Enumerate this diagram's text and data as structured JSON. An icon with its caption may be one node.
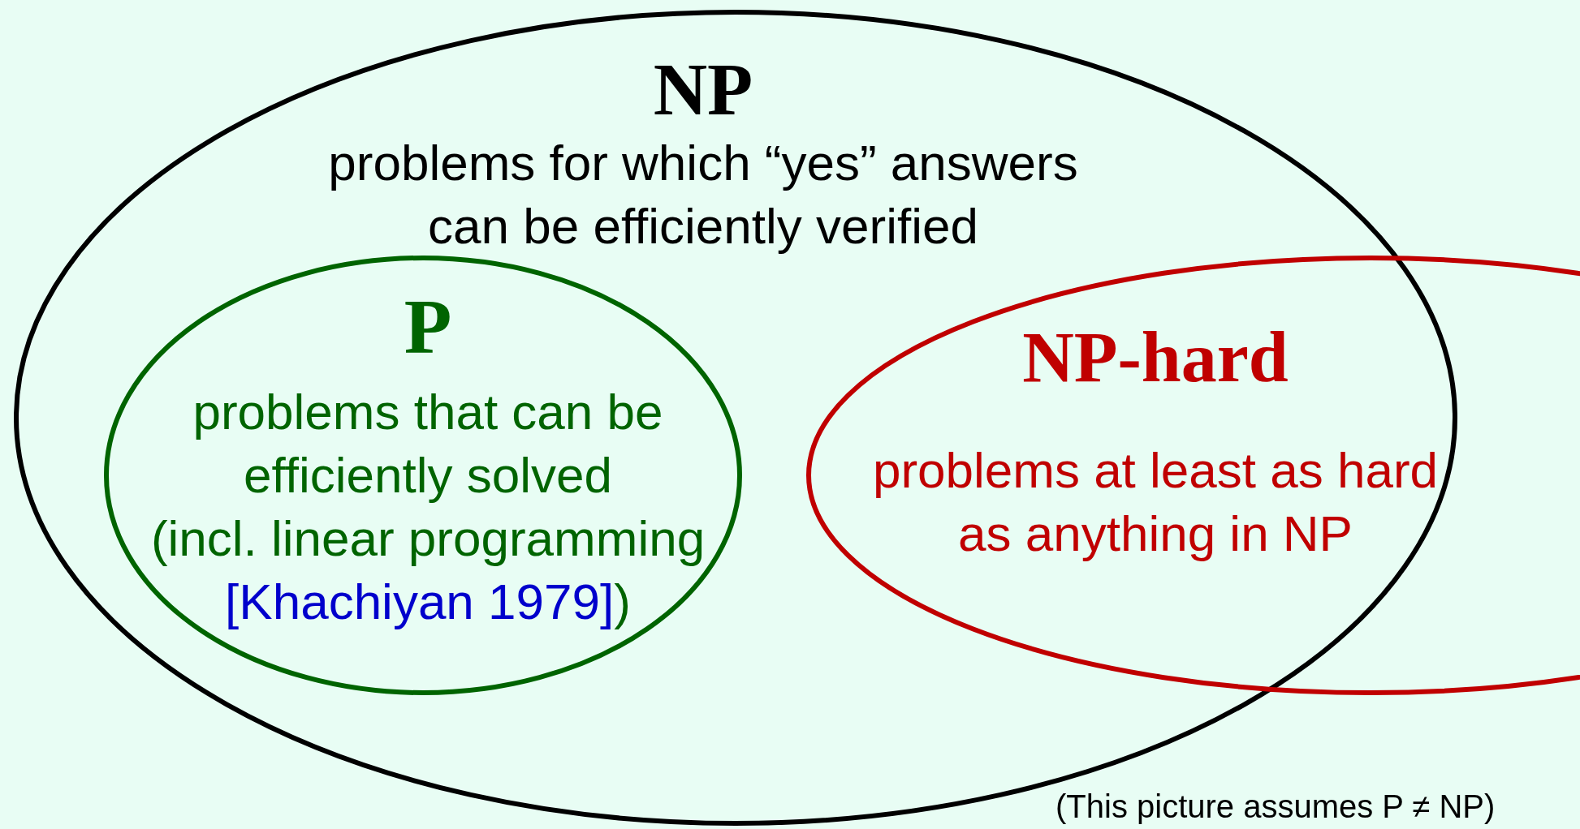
{
  "diagram": {
    "nodes": [
      {
        "text": [
          "NP",
          "problems for which “yes” answers can be efficiently verified"
        ]
      },
      {
        "text": [
          "P",
          "problems that can be efficiently solved",
          "(incl. linear programming [Khachiyan 1979])"
        ],
        "in": 0
      },
      {
        "text": [
          "NP-hard",
          "problems at least as hard as anything in NP"
        ]
      }
    ],
    "labels": [
      "(This picture assumes P ≠ NP)"
    ]
  }
}
